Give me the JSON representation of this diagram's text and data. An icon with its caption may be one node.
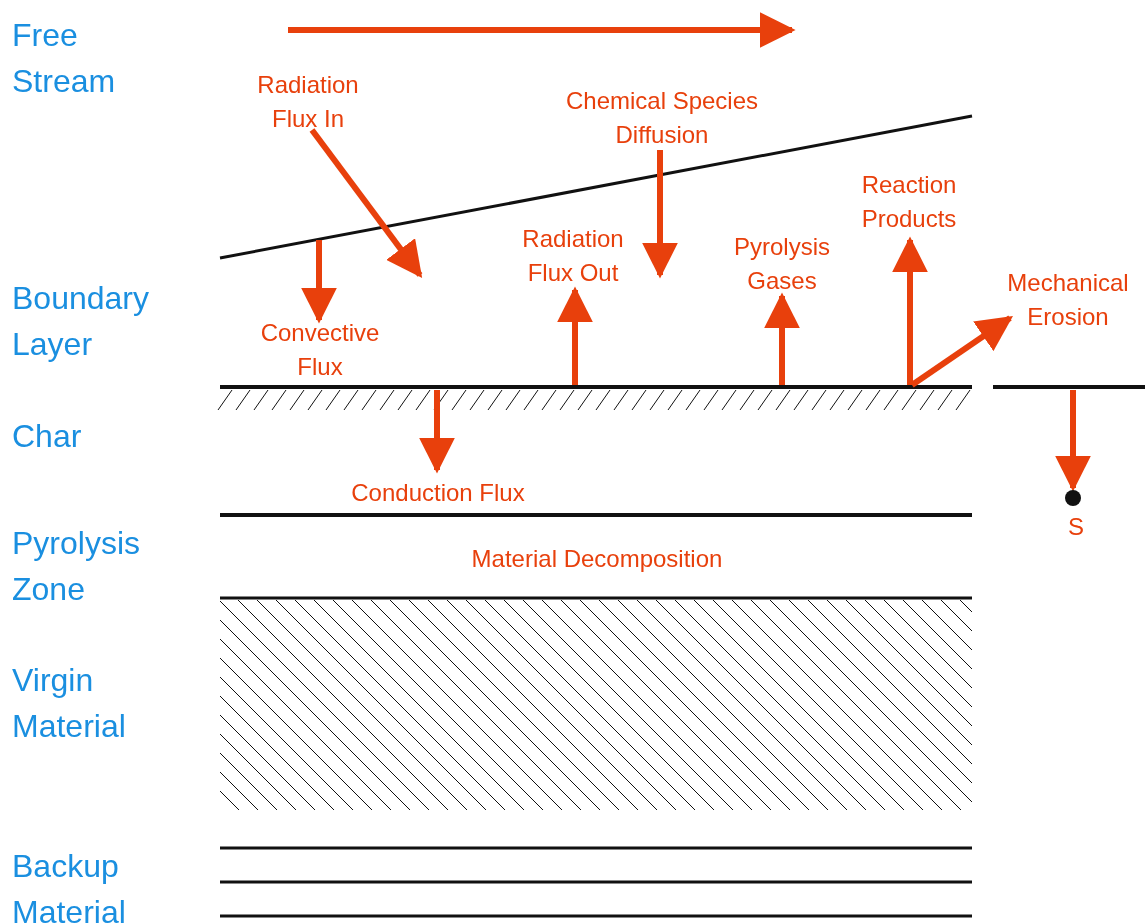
{
  "diagram": {
    "labels": [
      "Free Stream",
      "Radiation Flux In",
      "Chemical Species Diffusion",
      "Reaction Products",
      "Radiation Flux Out",
      "Pyrolysis Gases",
      "Boundary Layer",
      "Mechanical Erosion",
      "Convective Flux",
      "Char",
      "Conduction Flux",
      "S",
      "Pyrolysis Zone",
      "Material Decomposition",
      "Virgin Material",
      "Backup Material"
    ]
  }
}
